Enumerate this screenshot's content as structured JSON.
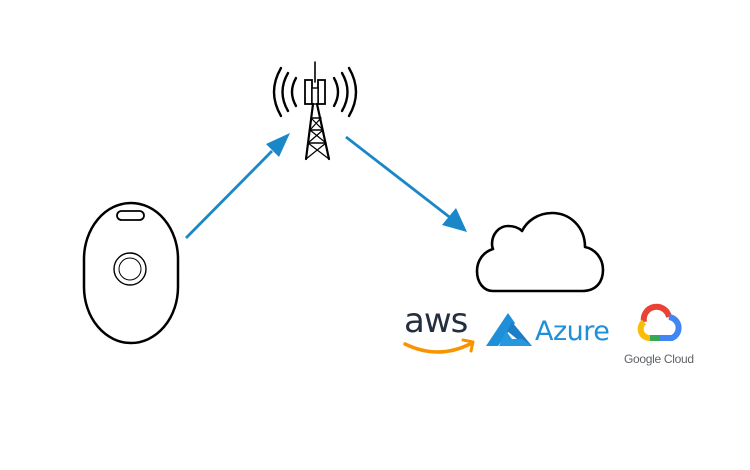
{
  "diagram": {
    "title": "IoT device to cloud data flow",
    "nodes": [
      {
        "id": "device",
        "label": "IoT tracker device",
        "icon": "tracker-device-icon"
      },
      {
        "id": "tower",
        "label": "Cellular tower",
        "icon": "cell-tower-icon"
      },
      {
        "id": "cloud",
        "label": "Cloud",
        "icon": "cloud-icon"
      }
    ],
    "edges": [
      {
        "from": "device",
        "to": "tower"
      },
      {
        "from": "tower",
        "to": "cloud"
      }
    ],
    "cloud_providers": {
      "aws": {
        "label": "aws",
        "text_color": "#232f3e",
        "smile_color": "#f79400"
      },
      "azure": {
        "label": "Azure",
        "color": "#1f8fd8"
      },
      "google": {
        "label": "Google Cloud",
        "colors": [
          "#ea4335",
          "#4285f4",
          "#34a853",
          "#fbbc05"
        ]
      }
    },
    "arrow_color": "#1a87c9"
  }
}
